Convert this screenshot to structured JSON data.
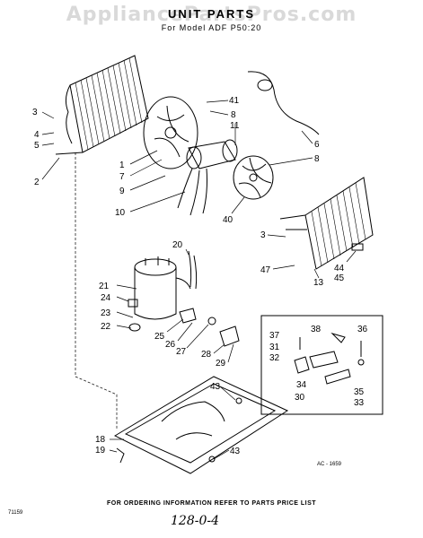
{
  "watermark": "AppliancePartsPros.com",
  "title": "UNIT PARTS",
  "subtitle": "For Model ADF P50:20",
  "footer": "FOR ORDERING INFORMATION REFER TO PARTS PRICE LIST",
  "doc_ref": "71159",
  "handwritten": "128-0-4",
  "drawing_ref": "AC - 1659",
  "callouts": {
    "c3a": "3",
    "c4": "4",
    "c5": "5",
    "c2": "2",
    "c1": "1",
    "c7": "7",
    "c9": "9",
    "c10": "10",
    "c41": "41",
    "c8a": "8",
    "c11": "11",
    "c6": "6",
    "c8b": "8",
    "c40": "40",
    "c3b": "3",
    "c47": "47",
    "c13": "13",
    "c44": "44",
    "c45": "45",
    "c20": "20",
    "c21": "21",
    "c24": "24",
    "c23": "23",
    "c22": "22",
    "c25": "25",
    "c26": "26",
    "c27": "27",
    "c28": "28",
    "c29": "29",
    "c37": "37",
    "c38": "38",
    "c36": "36",
    "c31": "31",
    "c32": "32",
    "c34": "34",
    "c30": "30",
    "c35": "35",
    "c33": "33",
    "c43a": "43",
    "c43b": "43",
    "c18": "18",
    "c19": "19"
  }
}
